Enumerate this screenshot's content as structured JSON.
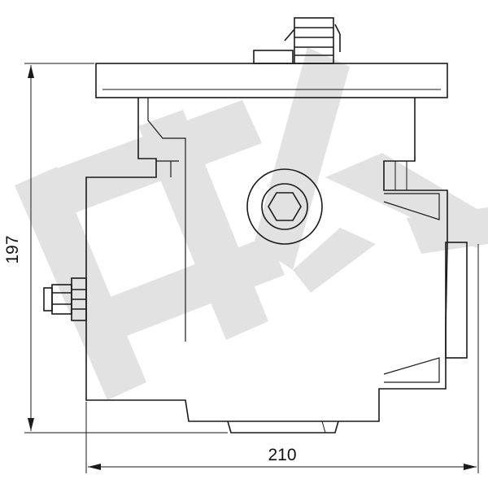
{
  "drawing": {
    "dimensions": {
      "height_label": "197",
      "width_label": "210"
    },
    "watermark": {
      "type": "logo",
      "letters": "HV"
    },
    "colors": {
      "line": "#1a1a1a",
      "watermark": "#e2e2e2",
      "background": "#ffffff"
    }
  }
}
